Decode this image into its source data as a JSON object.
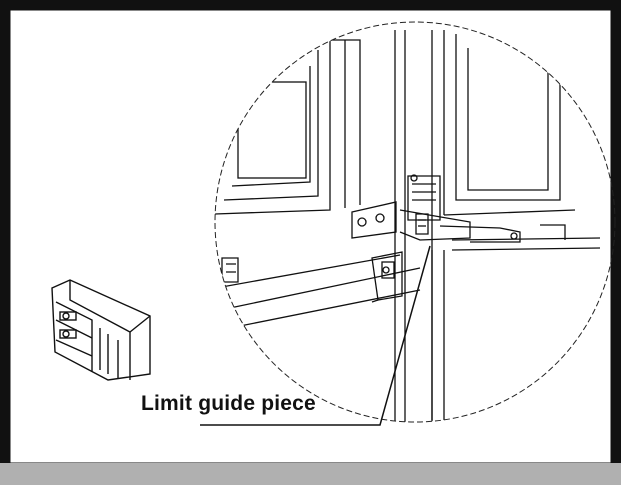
{
  "callout": {
    "label": "Limit guide piece"
  },
  "illustration": {
    "subject": "refrigerator door hinge with limit guide piece",
    "detail_view": "circular magnified inset",
    "part_icon": "limit-guide-piece-part"
  },
  "colors": {
    "frame": "#111111",
    "bottom_strip": "#b0b0b0",
    "line_art": "#111111",
    "background": "#ffffff"
  }
}
